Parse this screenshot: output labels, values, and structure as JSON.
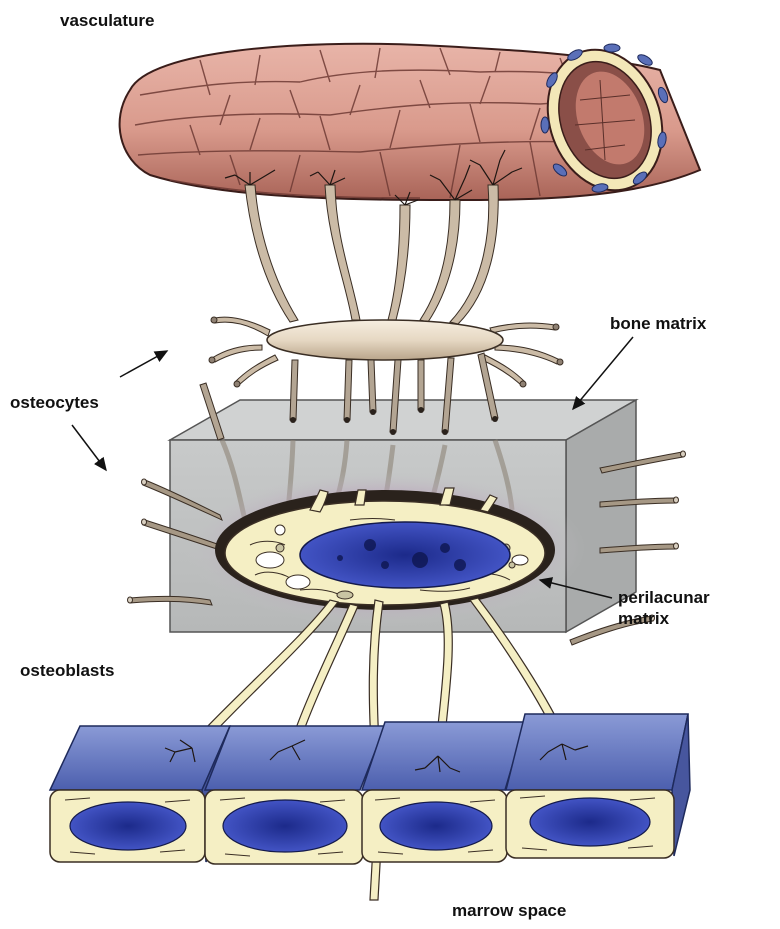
{
  "labels": {
    "vasculature": "vasculature",
    "bone_matrix": "bone matrix",
    "osteocytes": "osteocytes",
    "perilacunar_line1": "perilacunar",
    "perilacunar_line2": "matrix",
    "osteoblasts": "osteoblasts",
    "marrow_space": "marrow space"
  },
  "colors": {
    "vessel": "#d99a8c",
    "vessel_dark": "#8a4f48",
    "endothelial_nucleus": "#5a6fb8",
    "osteocyte_body": "#e6d8c3",
    "dendrite": "#8f8173",
    "bone_block": "#c4c6c6",
    "perilacunar": "#c9a5c9",
    "cytoplasm": "#f5efc4",
    "nucleus": "#3848b8",
    "osteoblast_top": "#6b7fc4"
  }
}
